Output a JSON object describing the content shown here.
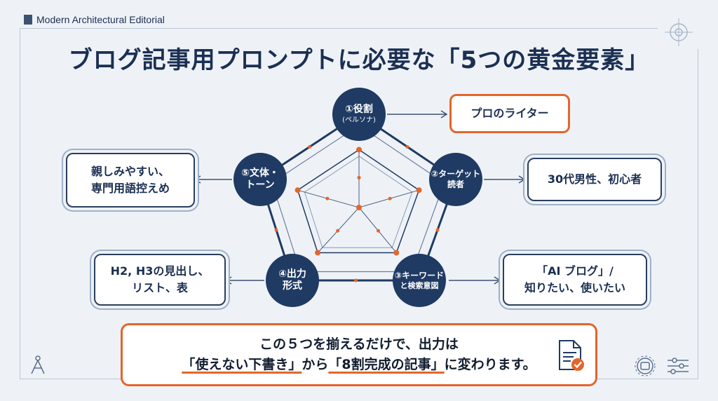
{
  "header": {
    "label": "Modern Architectural Editorial"
  },
  "title": "ブログ記事用プロンプトに必要な「5つの黄金要素」",
  "nodes": [
    {
      "label": "①役割",
      "sub": "(ペルソナ)"
    },
    {
      "label": "②ターゲット",
      "sub": "読者"
    },
    {
      "label": "③キーワード",
      "sub": "と検索意図"
    },
    {
      "label": "④出力",
      "sub": "形式"
    },
    {
      "label": "⑤文体・",
      "sub": "トーン"
    }
  ],
  "boxes": {
    "role": {
      "lines": [
        "プロのライター"
      ]
    },
    "target": {
      "lines": [
        "30代男性、初心者"
      ]
    },
    "keyword": {
      "lines": [
        "「AI ブログ」/",
        "知りたい、使いたい"
      ]
    },
    "format": {
      "lines": [
        "H2, H3の見出し、",
        "リスト、表"
      ]
    },
    "tone": {
      "lines": [
        "親しみやすい、",
        "専門用語控えめ"
      ]
    }
  },
  "bottom": {
    "line1": "この５つを揃えるだけで、出力は",
    "line2_a": "「使えない下書き」",
    "line2_b": "から",
    "line2_c": "「8割完成の記事」",
    "line2_d": "に変わります。"
  },
  "colors": {
    "navy": "#1f3a63",
    "accent": "#e4652a",
    "background": "#eef2f7"
  },
  "icons": [
    "document-check-icon",
    "compass-icon",
    "ai-chip-icon",
    "flow-icon",
    "crosshair-icon"
  ]
}
